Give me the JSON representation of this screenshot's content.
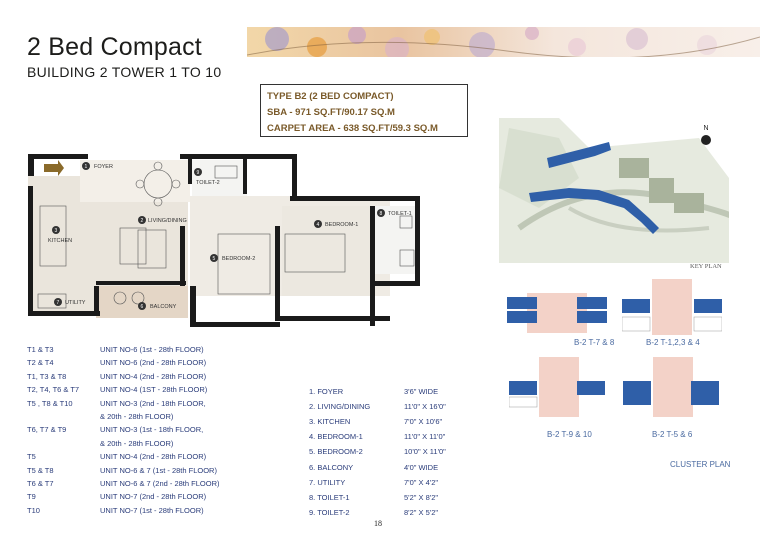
{
  "header": {
    "title": "2 Bed Compact",
    "subtitle": "BUILDING 2 TOWER 1 TO 10"
  },
  "typebox": {
    "line1": "TYPE B2 (2 BED COMPACT)",
    "line2": "SBA - 971 SQ.FT/90.17 SQ.M",
    "line3": "CARPET AREA - 638 SQ.FT/59.3 SQ.M"
  },
  "floorplan_labels": {
    "foyer": "FOYER",
    "toilet2": "TOILET-2",
    "living": "LIVING/DINING",
    "kitchen": "KITCHEN",
    "bedroom1": "BEDROOM-1",
    "toilet1": "TOILET-1",
    "bedroom2": "BEDROOM-2",
    "utility": "UTILITY",
    "balcony": "BALCONY",
    "n1": "1",
    "n2": "2",
    "n3": "3",
    "n4": "4",
    "n5": "5",
    "n6": "6",
    "n7": "7",
    "n8": "8",
    "n9": "9"
  },
  "keyplan": {
    "north": "N",
    "label": "KEY PLAN"
  },
  "cluster": {
    "labels": [
      "B-2 T-7 & 8",
      "B-2 T-1,2,3 & 4",
      "B-2 T-9 & 10",
      "B-2 T-5 & 6"
    ],
    "title": "CLUSTER PLAN"
  },
  "units": [
    {
      "towers": "T1 & T3",
      "unit": "UNIT NO-6 (1st - 28th FLOOR)"
    },
    {
      "towers": "T2 & T4",
      "unit": "UNIT NO-6 (2nd - 28th FLOOR)"
    },
    {
      "towers": "T1, T3 & T8",
      "unit": "UNIT NO-4 (2nd - 28th FLOOR)"
    },
    {
      "towers": "T2, T4, T6 & T7",
      "unit": "UNIT NO-4 (1ST - 28th FLOOR)"
    },
    {
      "towers": "T5 , T8 & T10",
      "unit": "UNIT NO-3  (2nd - 18th FLOOR,"
    },
    {
      "towers": "",
      "unit": "& 20th - 28th FLOOR)"
    },
    {
      "towers": "T6, T7 & T9",
      "unit": "UNIT NO-3  (1st - 18th FLOOR,"
    },
    {
      "towers": "",
      "unit": "& 20th - 28th FLOOR)"
    },
    {
      "towers": "T5",
      "unit": "UNIT NO-4  (2nd - 28th FLOOR)"
    },
    {
      "towers": "T5 & T8",
      "unit": "UNIT NO-6 & 7  (1st - 28th FLOOR)"
    },
    {
      "towers": "T6 & T7",
      "unit": "UNIT NO-6 & 7  (2nd - 28th FLOOR)"
    },
    {
      "towers": "T9",
      "unit": "UNIT NO-7 (2nd - 28th FLOOR)"
    },
    {
      "towers": "T10",
      "unit": "UNIT NO-7 (1st - 28th FLOOR)"
    }
  ],
  "rooms": [
    {
      "name": "1. FOYER",
      "size": "3'6\" WIDE"
    },
    {
      "name": "2. LIVING/DINING",
      "size": "11'0\"  X   16'0\""
    },
    {
      "name": "3. KITCHEN",
      "size": "7'0\"  X   10'6\""
    },
    {
      "name": "4. BEDROOM-1",
      "size": "11'0\"  X   11'0\""
    },
    {
      "name": "5. BEDROOM-2",
      "size": "10'0\"  X   11'0\""
    },
    {
      "name": "6. BALCONY",
      "size": "4'0\"   WIDE"
    },
    {
      "name": "7. UTILITY",
      "size": "7'0\"  X   4'2\""
    },
    {
      "name": "8. TOILET-1",
      "size": "5'2\"  X   8'2\""
    },
    {
      "name": "9. TOILET-2",
      "size": "8'2\"  X   5'2\""
    }
  ],
  "page_number": "18",
  "colors": {
    "wall": "#1a1a1a",
    "tower_blue": "#2f5fa8",
    "core_pink": "#f3d2c8",
    "text_blue": "#2a3c7a",
    "type_brown": "#7a5a2a"
  }
}
